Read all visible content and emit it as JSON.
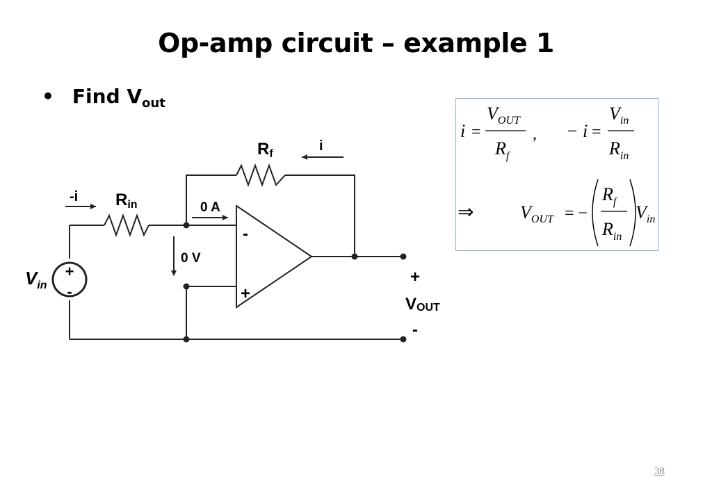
{
  "slide": {
    "title": "Op-amp circuit – example 1",
    "bullet_main": "Find V",
    "bullet_sub": "out",
    "page_number": "38"
  },
  "circuit": {
    "source_label": "V",
    "source_label_sub": "in",
    "source_plus": "+",
    "source_minus": "-",
    "rin_label": "R",
    "rin_sub": "in",
    "rf_label": "R",
    "rf_sub": "f",
    "current_neg_i": "-i",
    "current_i": "i",
    "current_0a": "0 A",
    "voltage_0v": "0 V",
    "opamp_minus": "-",
    "opamp_plus": "+",
    "out_plus": "+",
    "out_label": "V",
    "out_label_sub": "OUT",
    "out_minus": "-"
  },
  "equations": {
    "eq1_lhs": "i",
    "eq1_eq": "=",
    "eq1_num": "V",
    "eq1_num_sub": "OUT",
    "eq1_den": "R",
    "eq1_den_sub": "f",
    "comma": ",",
    "eq2_lhs": "− i",
    "eq2_eq": "=",
    "eq2_num": "V",
    "eq2_num_sub": "in",
    "eq2_den": "R",
    "eq2_den_sub": "in",
    "implies": "⇒",
    "res_lhs": "V",
    "res_lhs_sub": "OUT",
    "res_eq": "= −",
    "res_num": "R",
    "res_num_sub": "f",
    "res_den": "R",
    "res_den_sub": "in",
    "res_tail": "V",
    "res_tail_sub": "in"
  }
}
